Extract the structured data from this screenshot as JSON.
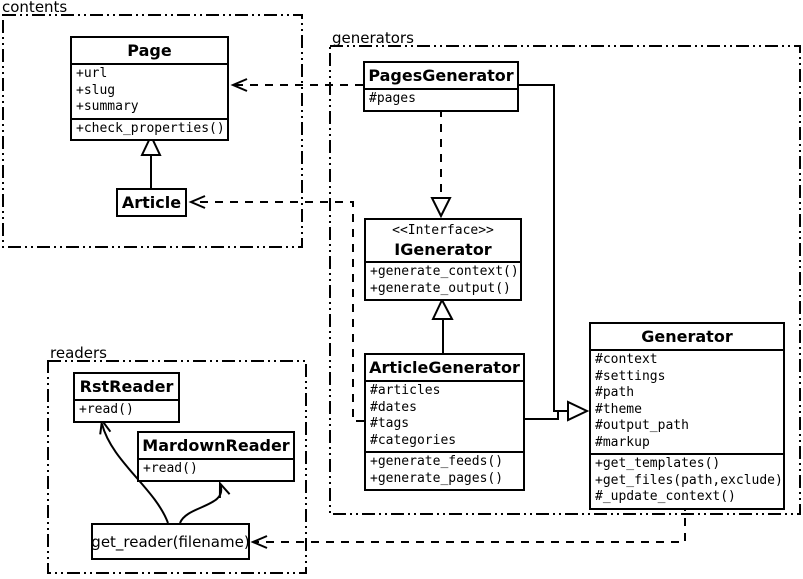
{
  "packages": {
    "contents": {
      "label": "contents"
    },
    "generators": {
      "label": "generators"
    },
    "readers": {
      "label": "readers"
    }
  },
  "classes": {
    "page": {
      "title": "Page",
      "attributes": [
        "+url",
        "+slug",
        "+summary"
      ],
      "methods": [
        "+check_properties()"
      ]
    },
    "article": {
      "title": "Article"
    },
    "pages_generator": {
      "title": "PagesGenerator",
      "attributes": [
        "#pages"
      ]
    },
    "igenerator": {
      "stereotype": "<<Interface>>",
      "title": "IGenerator",
      "methods": [
        "+generate_context()",
        "+generate_output()"
      ]
    },
    "article_generator": {
      "title": "ArticleGenerator",
      "attributes": [
        "#articles",
        "#dates",
        "#tags",
        "#categories"
      ],
      "methods": [
        "+generate_feeds()",
        "+generate_pages()"
      ]
    },
    "generator": {
      "title": "Generator",
      "attributes": [
        "#context",
        "#settings",
        "#path",
        "#theme",
        "#output_path",
        "#markup"
      ],
      "methods": [
        "+get_templates()",
        "+get_files(path,exclude)",
        "#_update_context()"
      ]
    },
    "rst_reader": {
      "title": "RstReader",
      "methods": [
        "+read()"
      ]
    },
    "mardown_reader": {
      "title": "MardownReader",
      "methods": [
        "+read()"
      ]
    },
    "get_reader": {
      "title": "get_reader(filename)"
    }
  },
  "colors": {
    "line": "#000000",
    "background": "#ffffff"
  }
}
